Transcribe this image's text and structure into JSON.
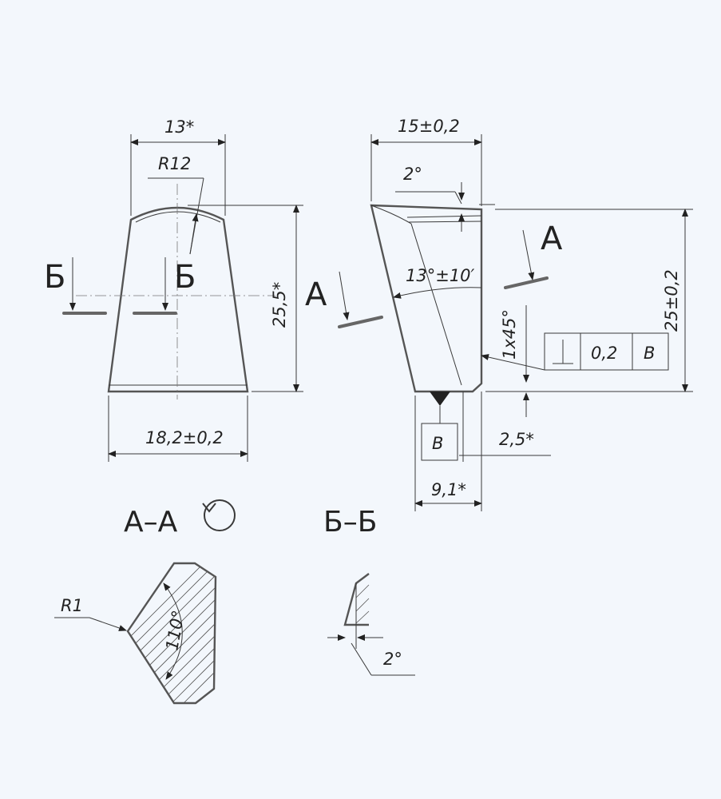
{
  "dims": {
    "top_width": "13*",
    "radius_top": "R12",
    "height_left": "25,5*",
    "bottom_width": "18,2±0,2",
    "side_width": "15±0,2",
    "draft_angle": "2°",
    "taper_angle": "13°±10′",
    "chamfer": "1x45°",
    "height_right": "25±0,2",
    "offset": "2,5*",
    "base_width": "9,1*"
  },
  "tolerance_frame": {
    "symbol": "⊥",
    "value": "0,2",
    "datum": "В"
  },
  "datum_label": "В",
  "views": {
    "section_b": "Б",
    "view_a": "А",
    "title_aa": "А–А",
    "title_bb": "Б–Б"
  },
  "section_details": {
    "radius": "R1",
    "angle": "110°",
    "angle_bb": "2°"
  }
}
